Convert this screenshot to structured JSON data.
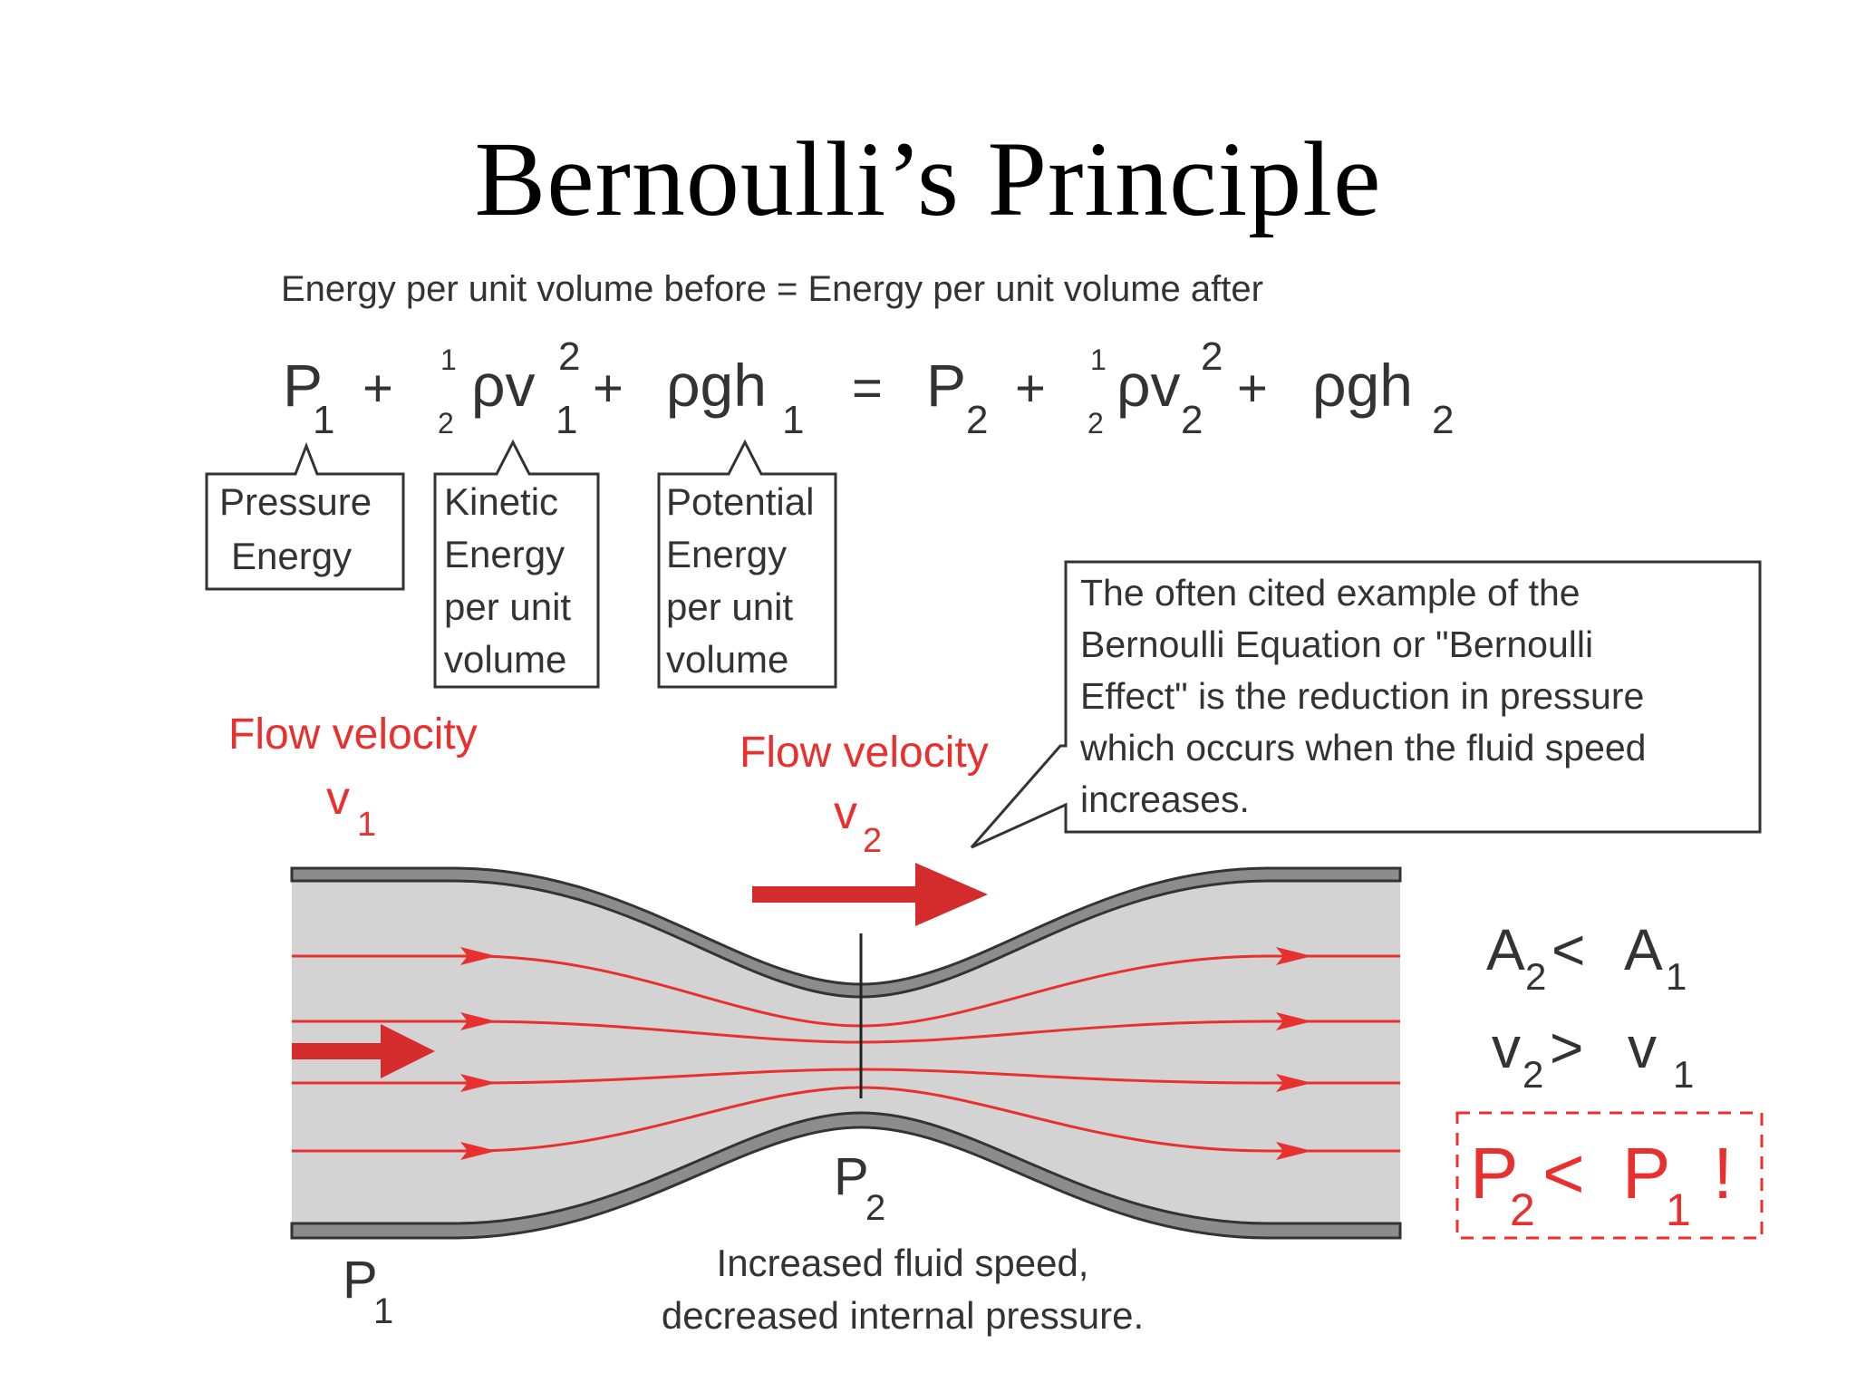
{
  "title": "Bernoulli’s Principle",
  "equation_caption": "Energy per unit volume before = Energy per unit volume after",
  "equation": {
    "p1": "P",
    "p1_sub": "1",
    "plus": "+",
    "half_num": "1",
    "half_den": "2",
    "rho_v": "ρv",
    "v1_sub": "1",
    "v1_sup": "2",
    "rho_g_h": "ρgh",
    "h1_sub": "1",
    "equals": "=",
    "p2": "P",
    "p2_sub": "2",
    "v2_sub": "2",
    "v2_sup": "2",
    "h2_sub": "2"
  },
  "boxes": {
    "pressure": [
      "Pressure",
      "Energy"
    ],
    "kinetic": [
      "Kinetic",
      "Energy",
      "per unit",
      "volume"
    ],
    "potential": [
      "Potential",
      "Energy",
      "per unit",
      "volume"
    ]
  },
  "callout": [
    "The often cited example of the",
    "Bernoulli Equation or \"Bernoulli",
    "Effect\" is the reduction in pressure",
    "which occurs when the fluid speed",
    "increases."
  ],
  "flow_label_1": "Flow velocity",
  "v1_label": "v",
  "v1_label_sub": "1",
  "flow_label_2": "Flow velocity",
  "v2_label": "v",
  "v2_label_sub": "2",
  "p2_label": "P",
  "p2_label_sub": "2",
  "p1_label": "P",
  "p1_label_sub": "1",
  "bottom_caption": [
    "Increased fluid speed,",
    "decreased internal pressure."
  ],
  "relations": {
    "area": {
      "a2": "A",
      "a2_sub": "2",
      "op": "<",
      "a1": "A",
      "a1_sub": "1"
    },
    "velocity": {
      "v2": "v",
      "v2_sub": "2",
      "op": ">",
      "v1": "v",
      "v1_sub": "1"
    },
    "pressure": {
      "p2": "P",
      "p2_sub": "2",
      "op": "<",
      "p1": "P",
      "p1_sub": "1",
      "bang": "!"
    }
  },
  "colors": {
    "accent_red": "#e8312f",
    "pipe_fill": "#d3d3d3",
    "wall": "#8c8c8c"
  }
}
